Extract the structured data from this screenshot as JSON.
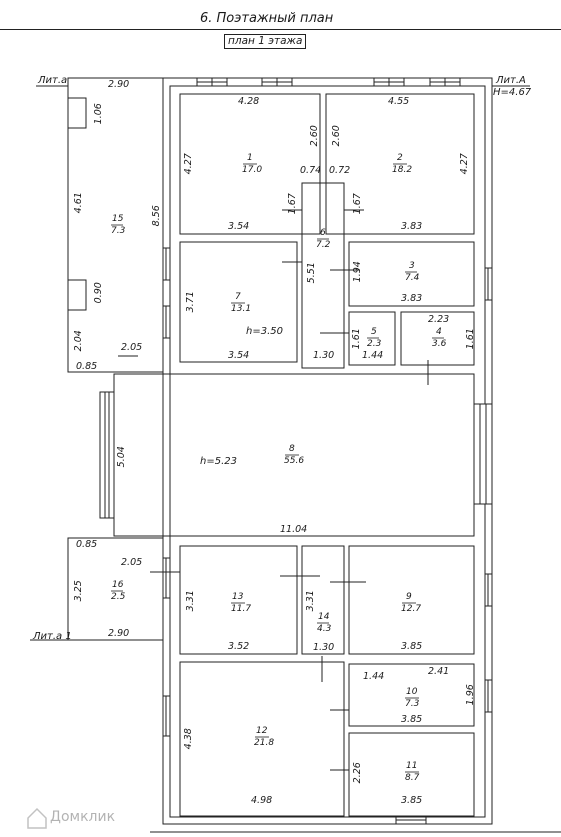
{
  "header": {
    "title": "6. Поэтажный план",
    "subtitle": "план 1 этажа"
  },
  "labels": {
    "lit_a_left": "Лит.а",
    "lit_a1": "Лит.а 1",
    "lit_A": "Лит.А",
    "height_main": "H=4.67",
    "h_room7": "h=3.50",
    "h_room8": "h=5.23"
  },
  "watermark": "Домклик",
  "rooms": [
    {
      "num": "1",
      "area": "17.0"
    },
    {
      "num": "2",
      "area": "18.2"
    },
    {
      "num": "3",
      "area": "7.4"
    },
    {
      "num": "4",
      "area": "3.6"
    },
    {
      "num": "5",
      "area": "2.3"
    },
    {
      "num": "6",
      "area": "7.2"
    },
    {
      "num": "7",
      "area": "13.1"
    },
    {
      "num": "8",
      "area": "55.6"
    },
    {
      "num": "9",
      "area": "12.7"
    },
    {
      "num": "10",
      "area": "7.3"
    },
    {
      "num": "11",
      "area": "8.7"
    },
    {
      "num": "12",
      "area": "21.8"
    },
    {
      "num": "13",
      "area": "11.7"
    },
    {
      "num": "14",
      "area": "4.3"
    },
    {
      "num": "15",
      "area": "7.3"
    },
    {
      "num": "16",
      "area": "2.5"
    }
  ],
  "dims": {
    "d290a": "2.90",
    "d428": "4.28",
    "d455": "4.55",
    "d106": "1.06",
    "d427a": "4.27",
    "d260a": "2.60",
    "d260b": "2.60",
    "d427b": "4.27",
    "d074": "0.74",
    "d072": "0.72",
    "d461": "4.61",
    "d167a": "1.67",
    "d167b": "1.67",
    "d856": "8.56",
    "d354a": "3.54",
    "d383a": "3.83",
    "d551": "5.51",
    "d194": "1.94",
    "d371": "3.71",
    "d383b": "3.83",
    "d090": "0.90",
    "d223": "2.23",
    "d161a": "1.61",
    "d161b": "1.61",
    "d204": "2.04",
    "d205a": "2.05",
    "d354b": "3.54",
    "d130a": "1.30",
    "d144a": "1.44",
    "d085a": "0.85",
    "d504": "5.04",
    "d1104": "11.04",
    "d085b": "0.85",
    "d205b": "2.05",
    "d325": "3.25",
    "d331a": "3.31",
    "d331b": "3.31",
    "d290b": "2.90",
    "d352": "3.52",
    "d130b": "1.30",
    "d385a": "3.85",
    "d144b": "1.44",
    "d241": "2.41",
    "d196": "1.96",
    "d385b": "3.85",
    "d438": "4.38",
    "d226": "2.26",
    "d498": "4.98",
    "d385c": "3.85"
  }
}
